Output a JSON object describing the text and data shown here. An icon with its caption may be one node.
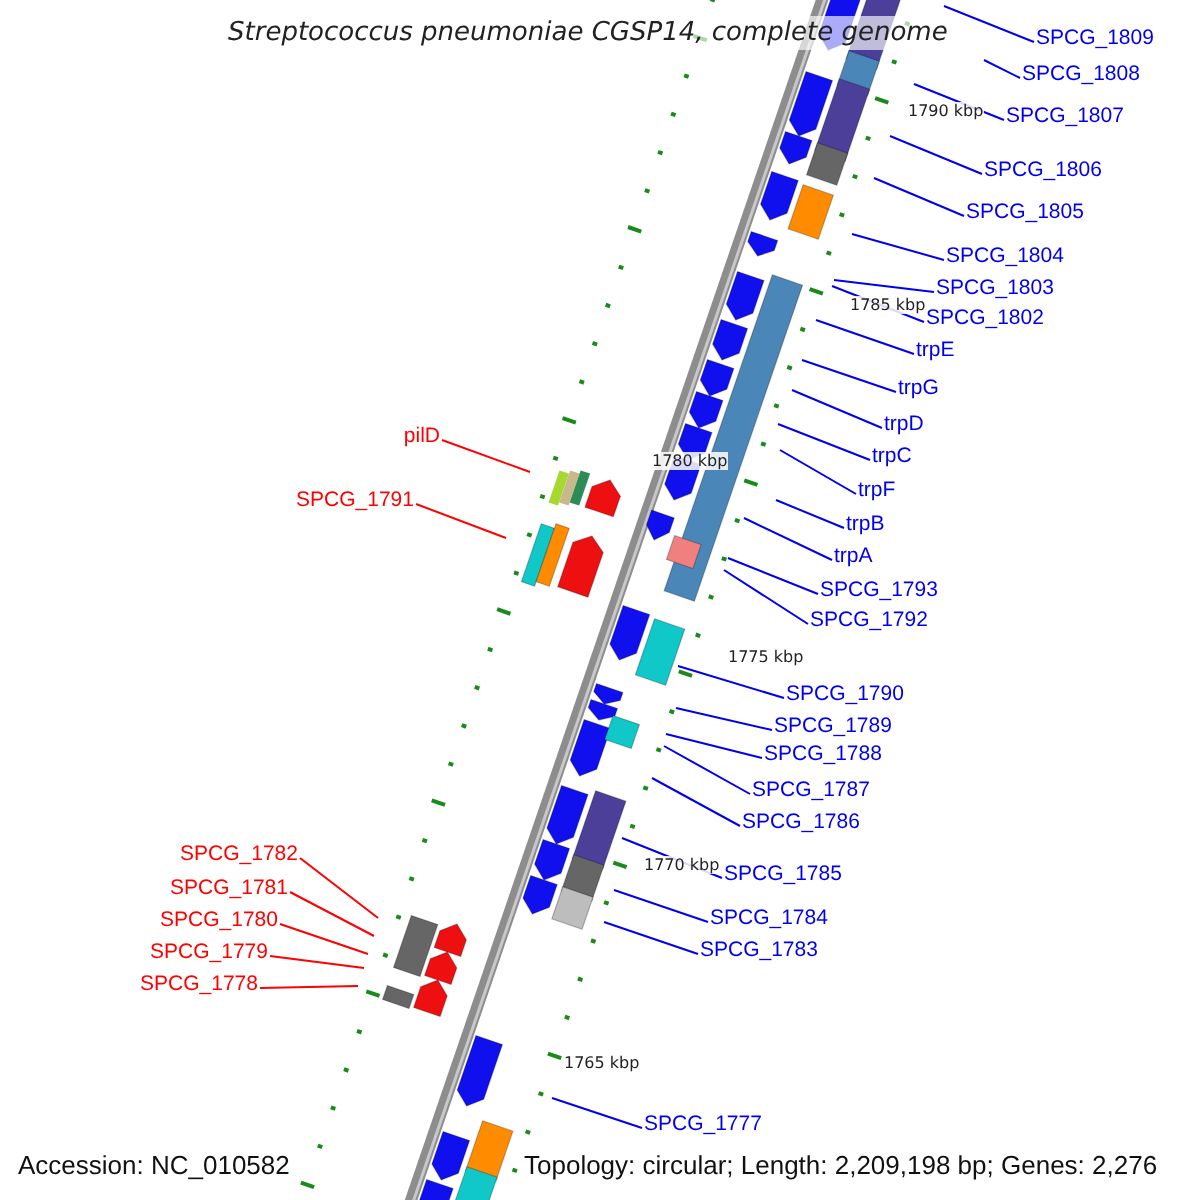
{
  "diagram": {
    "title": "Streptococcus pneumoniae CGSP14, complete genome",
    "nodes": [
      {
        "text": [
          "SPCG_1809"
        ]
      },
      {
        "text": [
          "SPCG_1808"
        ]
      },
      {
        "text": [
          "SPCG_1807"
        ]
      },
      {
        "text": [
          "SPCG_1806"
        ]
      },
      {
        "text": [
          "SPCG_1805"
        ]
      },
      {
        "text": [
          "SPCG_1804"
        ]
      },
      {
        "text": [
          "SPCG_1803"
        ]
      },
      {
        "text": [
          "SPCG_1802"
        ]
      },
      {
        "text": [
          "trpE"
        ]
      },
      {
        "text": [
          "trpG"
        ]
      },
      {
        "text": [
          "trpD"
        ]
      },
      {
        "text": [
          "pilD"
        ]
      },
      {
        "text": [
          "trpC"
        ]
      },
      {
        "text": [
          "trpF"
        ]
      },
      {
        "text": [
          "SPCG_1791"
        ]
      },
      {
        "text": [
          "trpB"
        ]
      },
      {
        "text": [
          "trpA"
        ]
      },
      {
        "text": [
          "SPCG_1793"
        ]
      },
      {
        "text": [
          "SPCG_1792"
        ]
      },
      {
        "text": [
          "SPCG_1790"
        ]
      },
      {
        "text": [
          "SPCG_1789"
        ]
      },
      {
        "text": [
          "SPCG_1788"
        ]
      },
      {
        "text": [
          "SPCG_1787"
        ]
      },
      {
        "text": [
          "SPCG_1786"
        ]
      },
      {
        "text": [
          "SPCG_1782"
        ]
      },
      {
        "text": [
          "SPCG_1785"
        ]
      },
      {
        "text": [
          "SPCG_1781"
        ]
      },
      {
        "text": [
          "SPCG_1784"
        ]
      },
      {
        "text": [
          "SPCG_1780"
        ]
      },
      {
        "text": [
          "SPCG_1783"
        ]
      },
      {
        "text": [
          "SPCG_1779"
        ]
      },
      {
        "text": [
          "SPCG_1778"
        ]
      },
      {
        "text": [
          "SPCG_1777"
        ]
      }
    ],
    "edges": [
      {
        "from": 0,
        "to": null,
        "arrow": "none"
      },
      {
        "from": 1,
        "to": null,
        "arrow": "none"
      },
      {
        "from": 2,
        "to": null,
        "arrow": "none"
      },
      {
        "from": 3,
        "to": null,
        "arrow": "none"
      },
      {
        "from": 4,
        "to": null,
        "arrow": "none"
      },
      {
        "from": 5,
        "to": null,
        "arrow": "none"
      },
      {
        "from": 6,
        "to": null,
        "arrow": "none"
      },
      {
        "from": 7,
        "to": null,
        "arrow": "none"
      },
      {
        "from": 8,
        "to": null,
        "arrow": "none"
      },
      {
        "from": 9,
        "to": null,
        "arrow": "none"
      },
      {
        "from": 10,
        "to": null,
        "arrow": "none"
      },
      {
        "from": 11,
        "to": null,
        "arrow": "none",
        "color": "#ff0000"
      },
      {
        "from": 12,
        "to": null,
        "arrow": "none"
      },
      {
        "from": 13,
        "to": null,
        "arrow": "none"
      },
      {
        "from": 14,
        "to": null,
        "arrow": "none",
        "color": "#ff0000"
      },
      {
        "from": 15,
        "to": null,
        "arrow": "none"
      },
      {
        "from": 16,
        "to": null,
        "arrow": "none"
      },
      {
        "from": 17,
        "to": null,
        "arrow": "none"
      },
      {
        "from": 18,
        "to": null,
        "arrow": "none"
      },
      {
        "from": 19,
        "to": null,
        "arrow": "none"
      },
      {
        "from": 20,
        "to": null,
        "arrow": "none"
      },
      {
        "from": 21,
        "to": null,
        "arrow": "none"
      },
      {
        "from": 22,
        "to": null,
        "arrow": "none"
      },
      {
        "from": 23,
        "to": null,
        "arrow": "none"
      },
      {
        "from": 24,
        "to": null,
        "arrow": "none",
        "color": "#ff0000"
      },
      {
        "from": 25,
        "to": null,
        "arrow": "none"
      },
      {
        "from": 26,
        "to": null,
        "arrow": "none",
        "color": "#ff0000"
      },
      {
        "from": 27,
        "to": null,
        "arrow": "none"
      },
      {
        "from": 28,
        "to": null,
        "arrow": "none",
        "color": "#ff0000"
      },
      {
        "from": 29,
        "to": null,
        "arrow": "none"
      },
      {
        "from": 30,
        "to": null,
        "arrow": "none",
        "color": "#ff0000"
      },
      {
        "from": 31,
        "to": null,
        "arrow": "none",
        "color": "#ff0000"
      },
      {
        "from": 32,
        "to": null,
        "arrow": "none"
      }
    ],
    "labels": [
      "1790 kbp",
      "1785 kbp",
      "1780 kbp",
      "1775 kbp",
      "1770 kbp",
      "1765 kbp",
      "Accession: NC_010582",
      "Topology: circular; Length: 2,209,198 bp; Genes: 2,276"
    ]
  }
}
